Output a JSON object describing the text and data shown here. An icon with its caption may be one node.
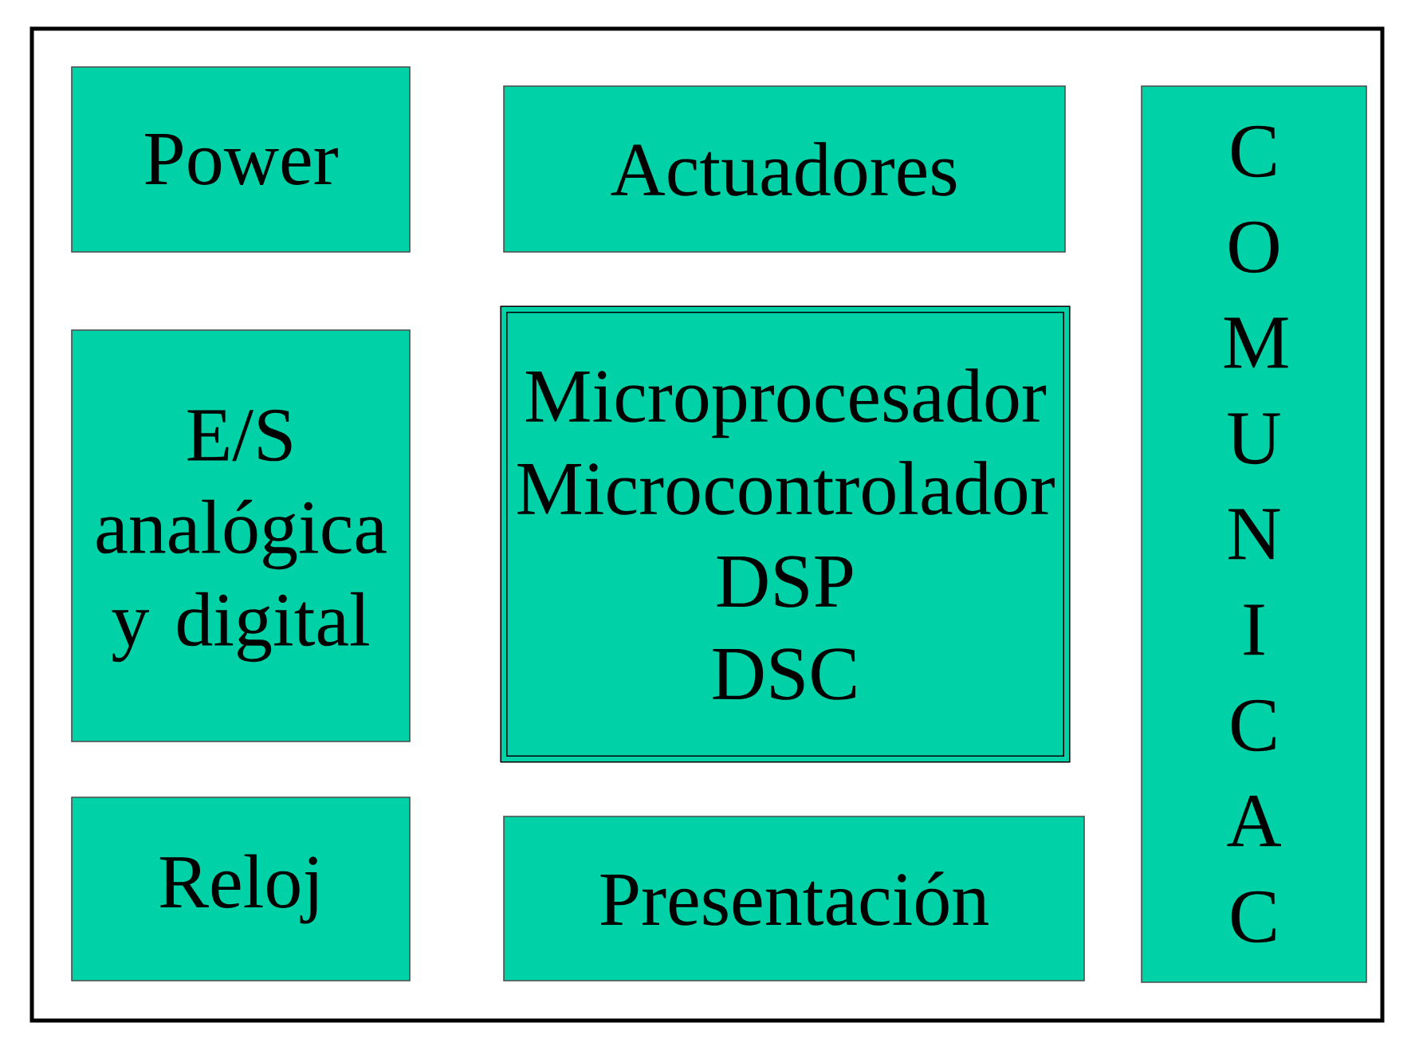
{
  "diagram": {
    "nodes": [
      {
        "text": [
          "Power"
        ]
      },
      {
        "text": [
          "Actuadores"
        ]
      },
      {
        "text": [
          "COMUNICAC"
        ]
      },
      {
        "text": [
          "E/S analógica y digital"
        ]
      },
      {
        "text": [
          "Microprocesador",
          "Microcontrolador",
          "DSP",
          "DSC"
        ]
      },
      {
        "text": [
          "Reloj"
        ]
      },
      {
        "text": [
          "Presentación"
        ]
      }
    ]
  }
}
